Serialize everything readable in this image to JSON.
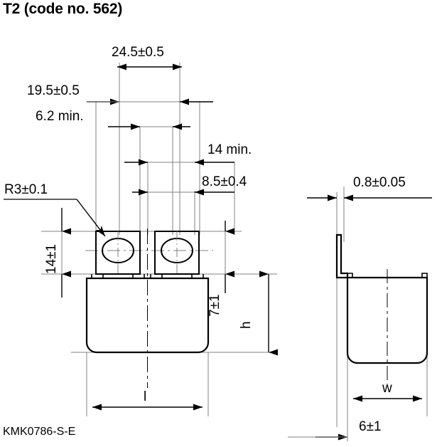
{
  "drawing": {
    "title": "T2 (code no. 562)",
    "part_code": "KMK0786-S-E",
    "units": "mm",
    "views": [
      {
        "name": "front-view",
        "description": "front view with two terminal tabs and body"
      },
      {
        "name": "side-view",
        "description": "side view showing bent terminal and body width"
      }
    ]
  },
  "dimensions": {
    "width_24_5": "24.5±0.5",
    "width_19_5": "19.5±0.5",
    "width_6_2_min": "6.2 min.",
    "width_14_min": "14 min.",
    "width_8_5": "8.5±0.4",
    "radius_r3": "R3±0.1",
    "height_14": "14±1",
    "height_7": "7±1",
    "height_h": "h",
    "length_l": "l",
    "thickness_0_8": "0.8±0.05",
    "width_w": "w",
    "offset_6": "6±1"
  },
  "colors": {
    "line": "#000000",
    "thin_line": "#808080",
    "background": "#ffffff"
  }
}
